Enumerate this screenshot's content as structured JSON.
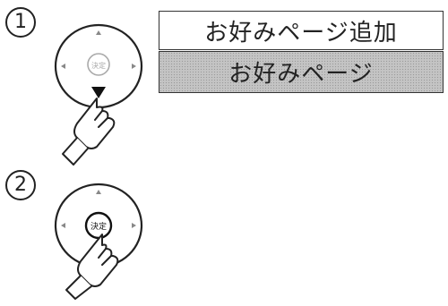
{
  "steps": [
    {
      "number": "1",
      "remote_center_label": "決定",
      "action": "down-arrow-press"
    },
    {
      "number": "2",
      "remote_center_label": "決定",
      "action": "enter-press"
    }
  ],
  "menu": {
    "items": [
      {
        "label": "お好みページ追加",
        "highlighted": false
      },
      {
        "label": "お好みページ",
        "highlighted": true
      }
    ]
  },
  "colors": {
    "ink": "#222222",
    "highlight": "#c4c4c4",
    "paper": "#ffffff"
  }
}
